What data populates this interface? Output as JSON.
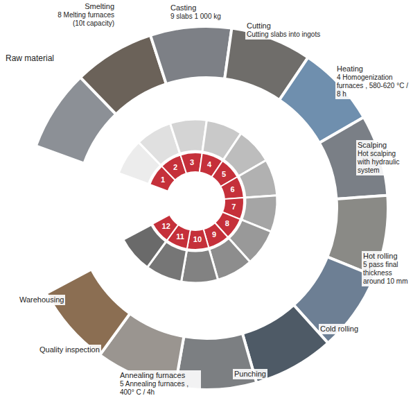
{
  "diagram": {
    "nodes": [
      {
        "text": [
          "Raw material"
        ]
      },
      {
        "text": [
          "Smelting",
          "8 Melting furnaces (10t capacity)"
        ]
      },
      {
        "text": [
          "Casting",
          "9 slabs 1 000 kg"
        ]
      },
      {
        "text": [
          "Cutting",
          "Cutting slabs into ingots"
        ]
      },
      {
        "text": [
          "Heating",
          "4 Homogenization furnaces , 580-620 °C / 8 h"
        ]
      },
      {
        "text": [
          "Scalping",
          "Hot scalping with hydraulic system"
        ]
      },
      {
        "text": [
          "Hot rolling",
          "5 pass final thickness around 10 mm"
        ]
      },
      {
        "text": [
          "Cold rolling"
        ]
      },
      {
        "text": [
          "Punching"
        ]
      },
      {
        "text": [
          "Annealing furnaces",
          "5 Annealing furnaces , 400° C / 4h"
        ]
      },
      {
        "text": [
          "Quality inspection"
        ]
      },
      {
        "text": [
          "Warehousing"
        ]
      },
      {
        "text": [
          "1"
        ]
      },
      {
        "text": [
          "2"
        ]
      },
      {
        "text": [
          "3"
        ]
      },
      {
        "text": [
          "4"
        ]
      },
      {
        "text": [
          "5"
        ]
      },
      {
        "text": [
          "6"
        ]
      },
      {
        "text": [
          "7"
        ]
      },
      {
        "text": [
          "8"
        ]
      },
      {
        "text": [
          "9"
        ]
      },
      {
        "text": [
          "10"
        ]
      },
      {
        "text": [
          "11"
        ]
      },
      {
        "text": [
          "12"
        ]
      }
    ]
  }
}
